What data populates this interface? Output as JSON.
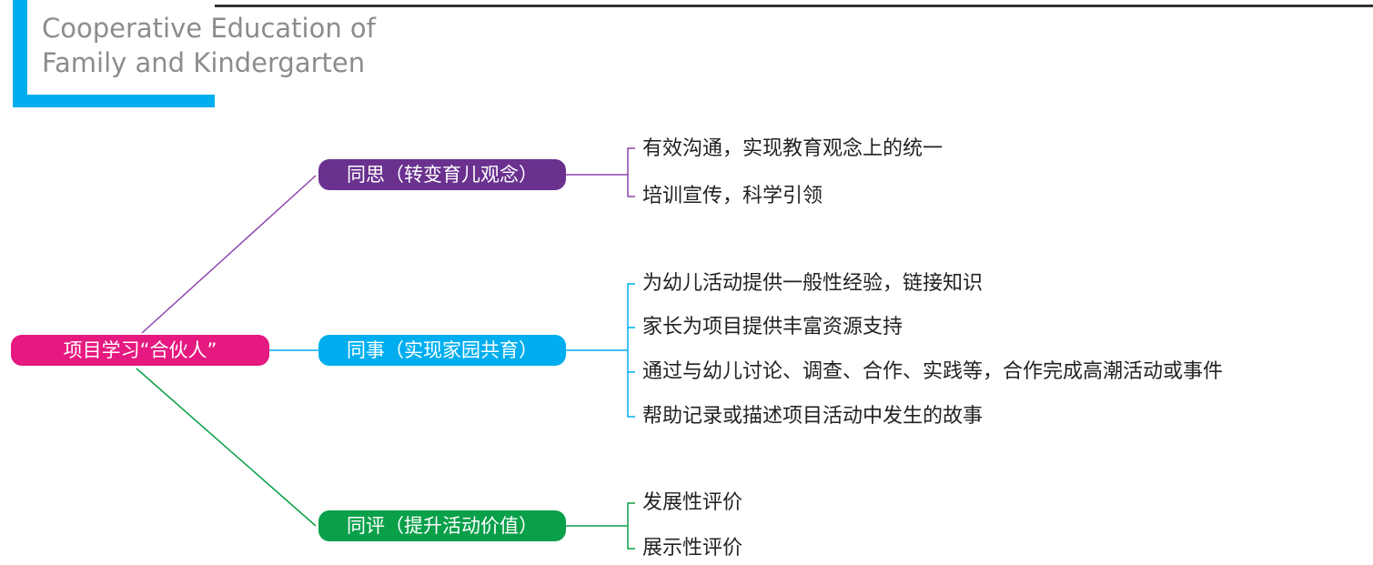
{
  "header": {
    "title_line1": "Cooperative Education of",
    "title_line2": "Family and Kindergarten"
  },
  "colors": {
    "root": "#e5197f",
    "branch_1": "#6a318f",
    "branch_2": "#00aeef",
    "branch_3": "#0aa04a",
    "accent_bracket": "#00aeef"
  },
  "mindmap": {
    "root": {
      "label": "项目学习“合伙人”"
    },
    "branches": [
      {
        "label": "同思（转变育儿观念）",
        "leaves": [
          "有效沟通，实现教育观念上的统一",
          "培训宣传，科学引领"
        ]
      },
      {
        "label": "同事（实现家园共育）",
        "leaves": [
          "为幼儿活动提供一般性经验，链接知识",
          "家长为项目提供丰富资源支持",
          "通过与幼儿讨论、调查、合作、实践等，合作完成高潮活动或事件",
          "帮助记录或描述项目活动中发生的故事"
        ]
      },
      {
        "label": "同评（提升活动价值）",
        "leaves": [
          "发展性评价",
          "展示性评价"
        ]
      }
    ]
  }
}
